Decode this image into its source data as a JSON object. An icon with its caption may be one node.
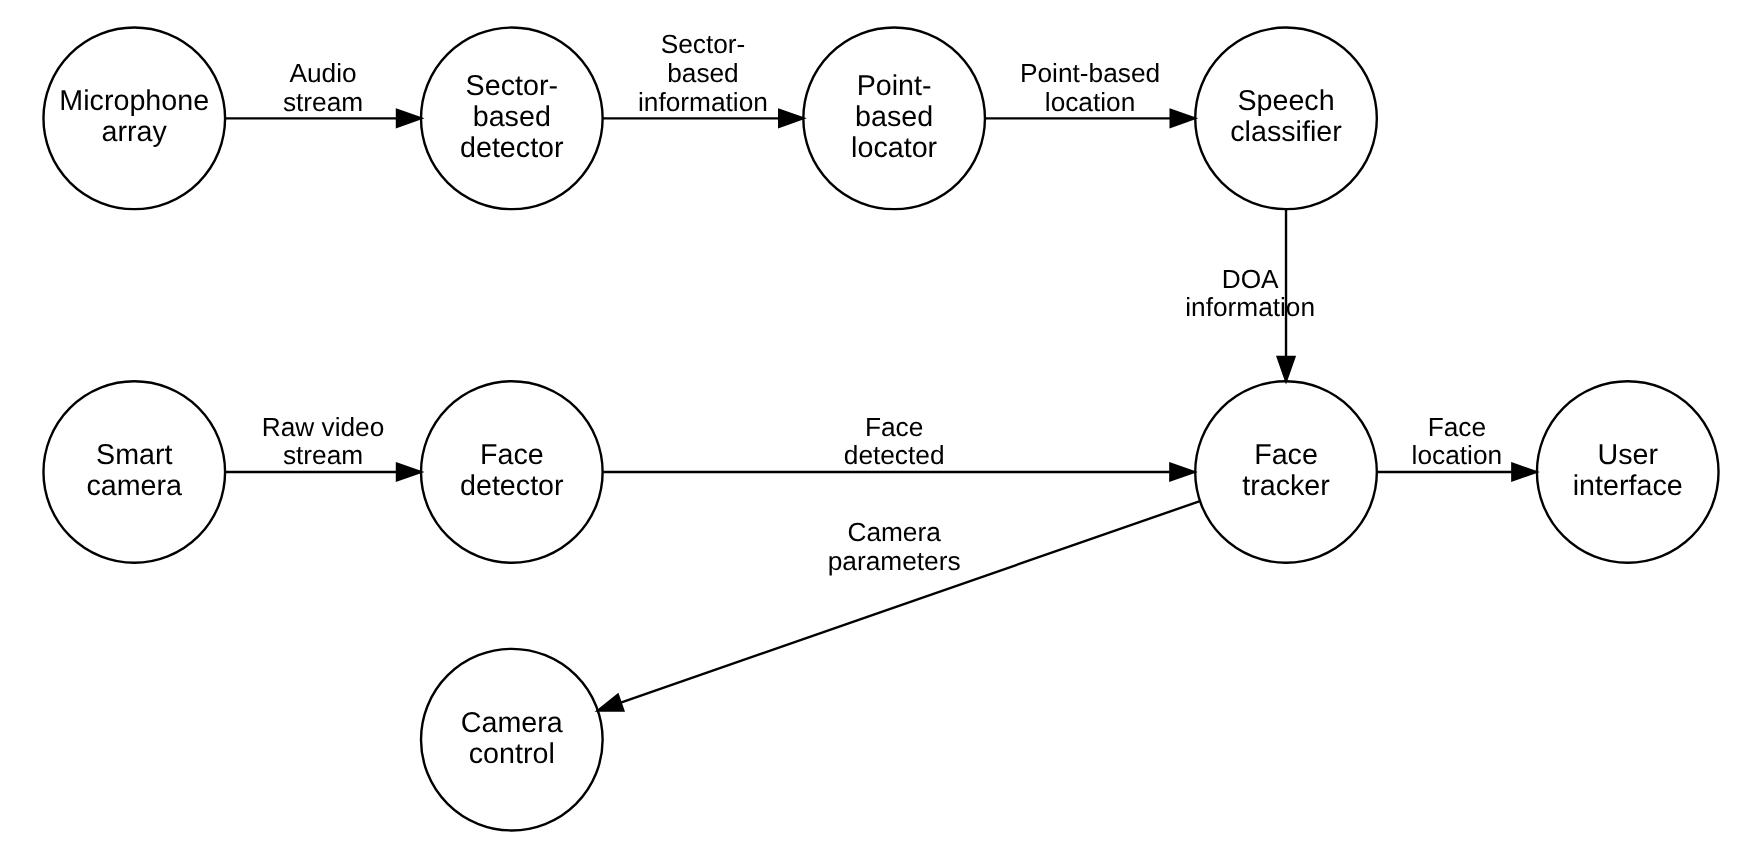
{
  "diagram": {
    "nodes": [
      {
        "text": [
          "Microphone array"
        ]
      },
      {
        "text": [
          "Sector-based detector"
        ]
      },
      {
        "text": [
          "Point-based locator"
        ]
      },
      {
        "text": [
          "Speech classifier"
        ]
      },
      {
        "text": [
          "Smart camera"
        ]
      },
      {
        "text": [
          "Face detector"
        ]
      },
      {
        "text": [
          "Face tracker"
        ]
      },
      {
        "text": [
          "User interface"
        ]
      },
      {
        "text": [
          "Camera control"
        ]
      }
    ],
    "edges": [
      {
        "from": 0,
        "to": 1,
        "arrow": "to",
        "label": "Audio stream"
      },
      {
        "from": 1,
        "to": 2,
        "arrow": "to",
        "label": "Sector-based information"
      },
      {
        "from": 2,
        "to": 3,
        "arrow": "to",
        "label": "Point-based location"
      },
      {
        "from": 3,
        "to": 6,
        "arrow": "to",
        "label": "DOA information"
      },
      {
        "from": 4,
        "to": 5,
        "arrow": "to",
        "label": "Raw video stream"
      },
      {
        "from": 5,
        "to": 6,
        "arrow": "to",
        "label": "Face detected"
      },
      {
        "from": 6,
        "to": 7,
        "arrow": "to",
        "label": "Face location"
      },
      {
        "from": 6,
        "to": 8,
        "arrow": "to",
        "label": "Camera parameters"
      }
    ]
  }
}
